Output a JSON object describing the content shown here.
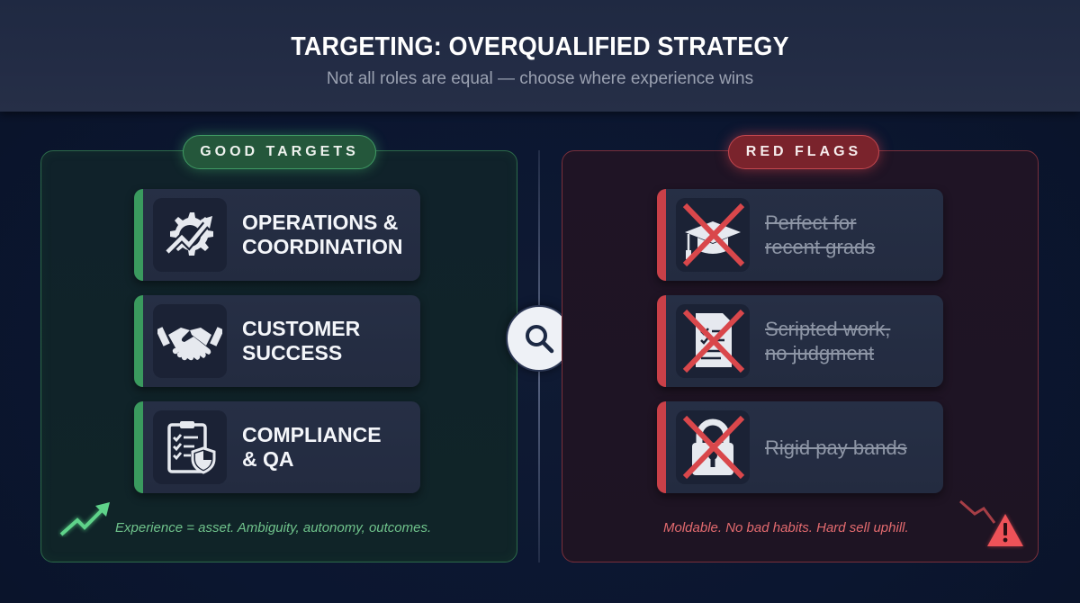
{
  "header": {
    "title": "TARGETING: OVERQUALIFIED STRATEGY",
    "subtitle": "Not all roles are equal — choose where experience wins"
  },
  "good_targets": {
    "badge": "GOOD TARGETS",
    "accent_color": "#3a9a5e",
    "items": [
      {
        "label_line1": "OPERATIONS &",
        "label_line2": "COORDINATION",
        "icon": "gear-trend-up-icon"
      },
      {
        "label_line1": "CUSTOMER",
        "label_line2": "SUCCESS",
        "icon": "handshake-icon"
      },
      {
        "label_line1": "COMPLIANCE",
        "label_line2": "& QA",
        "icon": "clipboard-shield-icon"
      }
    ],
    "footer": "Experience = asset. Ambiguity, autonomy, outcomes.",
    "footer_icon": "trend-up-arrow-icon"
  },
  "red_flags": {
    "badge": "RED FLAGS",
    "accent_color": "#c94048",
    "items": [
      {
        "label_line1": "Perfect for",
        "label_line2": "recent grads",
        "icon": "graduation-cap-icon"
      },
      {
        "label_line1": "Scripted work,",
        "label_line2": "no judgment",
        "icon": "script-document-icon"
      },
      {
        "label_line1": "Rigid pay bands",
        "label_line2": "",
        "icon": "padlock-icon"
      }
    ],
    "footer": "Moldable. No bad habits. Hard sell uphill.",
    "footer_icon": "trend-down-warning-icon"
  },
  "center_icon": "magnifier-icon"
}
